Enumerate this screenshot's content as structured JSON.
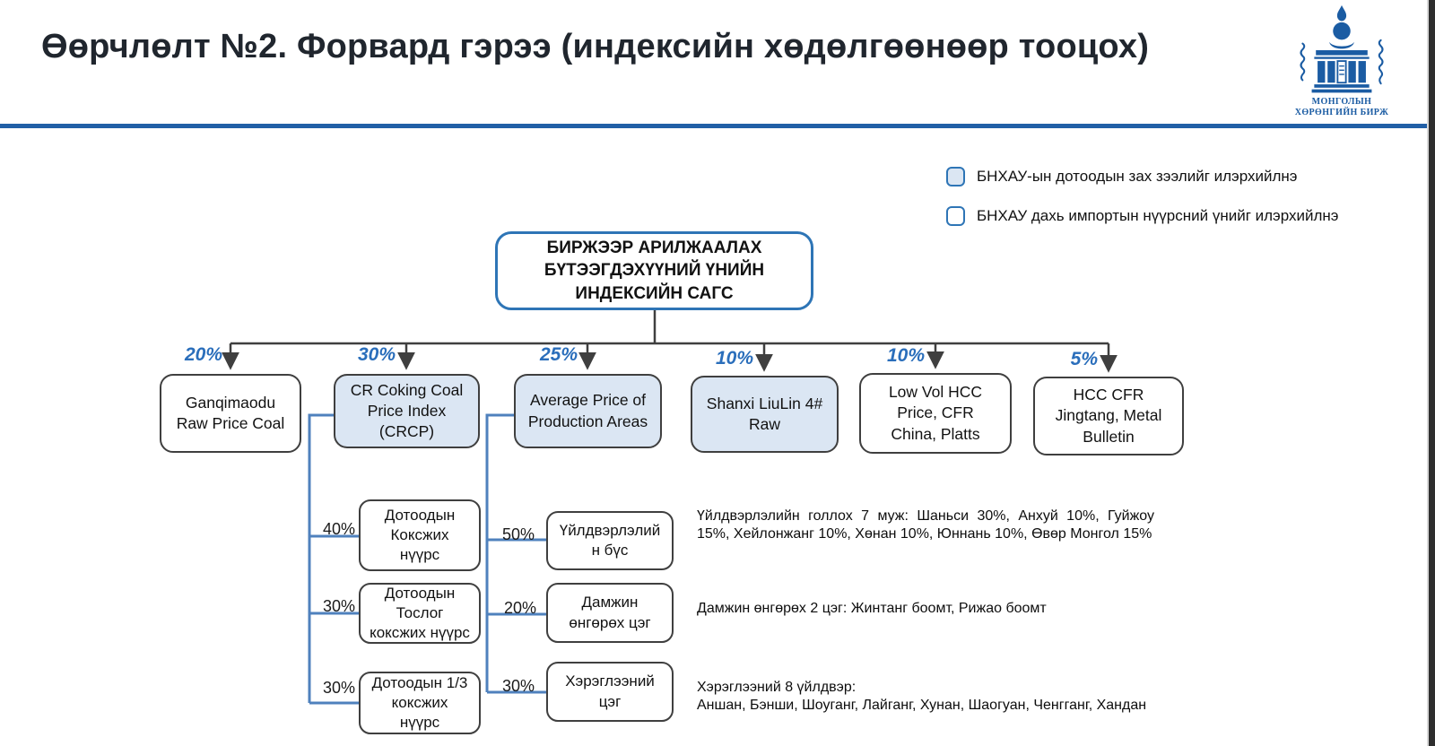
{
  "header": {
    "title": "Өөрчлөлт №2. Форвард гэрээ (индексийн хөдөлгөөнөөр тооцох)",
    "logo_caption_line1": "МОНГОЛЫН",
    "logo_caption_line2": "ХӨРӨНГИЙН БИРЖ"
  },
  "legend": {
    "items": [
      {
        "label": "БНХАУ-ын дотоодын зах зээлийг илэрхийлнэ",
        "filled": true
      },
      {
        "label": "БНХАУ дахь импортын нүүрсний үнийг илэрхийлнэ",
        "filled": false
      }
    ]
  },
  "diagram": {
    "root_label": "БИРЖЭЭР АРИЛЖААЛАХ\nБҮТЭЭГДЭХҮҮНИЙ ҮНИЙН\nИНДЕКСИЙН САГС",
    "branches": [
      {
        "percent": "20%",
        "label": "Ganqimaodu\nRaw Price Coal",
        "filled": false
      },
      {
        "percent": "30%",
        "label": "CR Coking Coal\nPrice Index\n(CRCP)",
        "filled": true
      },
      {
        "percent": "25%",
        "label": "Average Price of\nProduction Areas",
        "filled": true
      },
      {
        "percent": "10%",
        "label": "Shanxi LiuLin 4#\nRaw",
        "filled": true
      },
      {
        "percent": "10%",
        "label": "Low Vol HCC\nPrice, CFR\nChina, Platts",
        "filled": false
      },
      {
        "percent": "5%",
        "label": "HCC CFR\nJingtang, Metal\nBulletin",
        "filled": false
      }
    ],
    "crcp_children": [
      {
        "percent": "40%",
        "label": "Дотоодын\nКоксжих\nнүүрс"
      },
      {
        "percent": "30%",
        "label": "Дотоодын\nТослог\nкоксжих нүүрс"
      },
      {
        "percent": "30%",
        "label": "Дотоодын 1/3\nкоксжих\nнүүрс"
      }
    ],
    "production_children": [
      {
        "percent": "50%",
        "label": "Үйлдвэрлэлий\nн бүс"
      },
      {
        "percent": "20%",
        "label": "Дамжин\nөнгөрөх цэг"
      },
      {
        "percent": "30%",
        "label": "Хэрэглээний\nцэг"
      }
    ],
    "notes": [
      {
        "text": "Үйлдвэрлэлийн голлох 7 муж: Шаньси 30%, Анхуй 10%, Гуйжоу 15%, Хейлонжанг 10%, Хөнан 10%, Юннань 10%, Өвөр Монгол 15%"
      },
      {
        "text": "Дамжин өнгөрөх 2 цэг: Жинтанг боомт, Рижао боомт"
      },
      {
        "text": "Хэрэглээний 8 үйлдвэр:\nАншан, Бэнши, Шоуганг, Лайганг, Хунан, Шаогуан, Ченгганг, Хандан"
      }
    ]
  },
  "colors": {
    "accent-blue": "#2e75b6",
    "box-fill-blue": "#dbe6f3",
    "percent-blue": "#2a6ebb",
    "line-dark": "#3f3f3f",
    "connector-blue": "#4f81bd",
    "rule-blue": "#215fa6",
    "logo-blue": "#1b5ca3",
    "title-color": "#20262e",
    "edge-strip": "#2e2e2e"
  }
}
